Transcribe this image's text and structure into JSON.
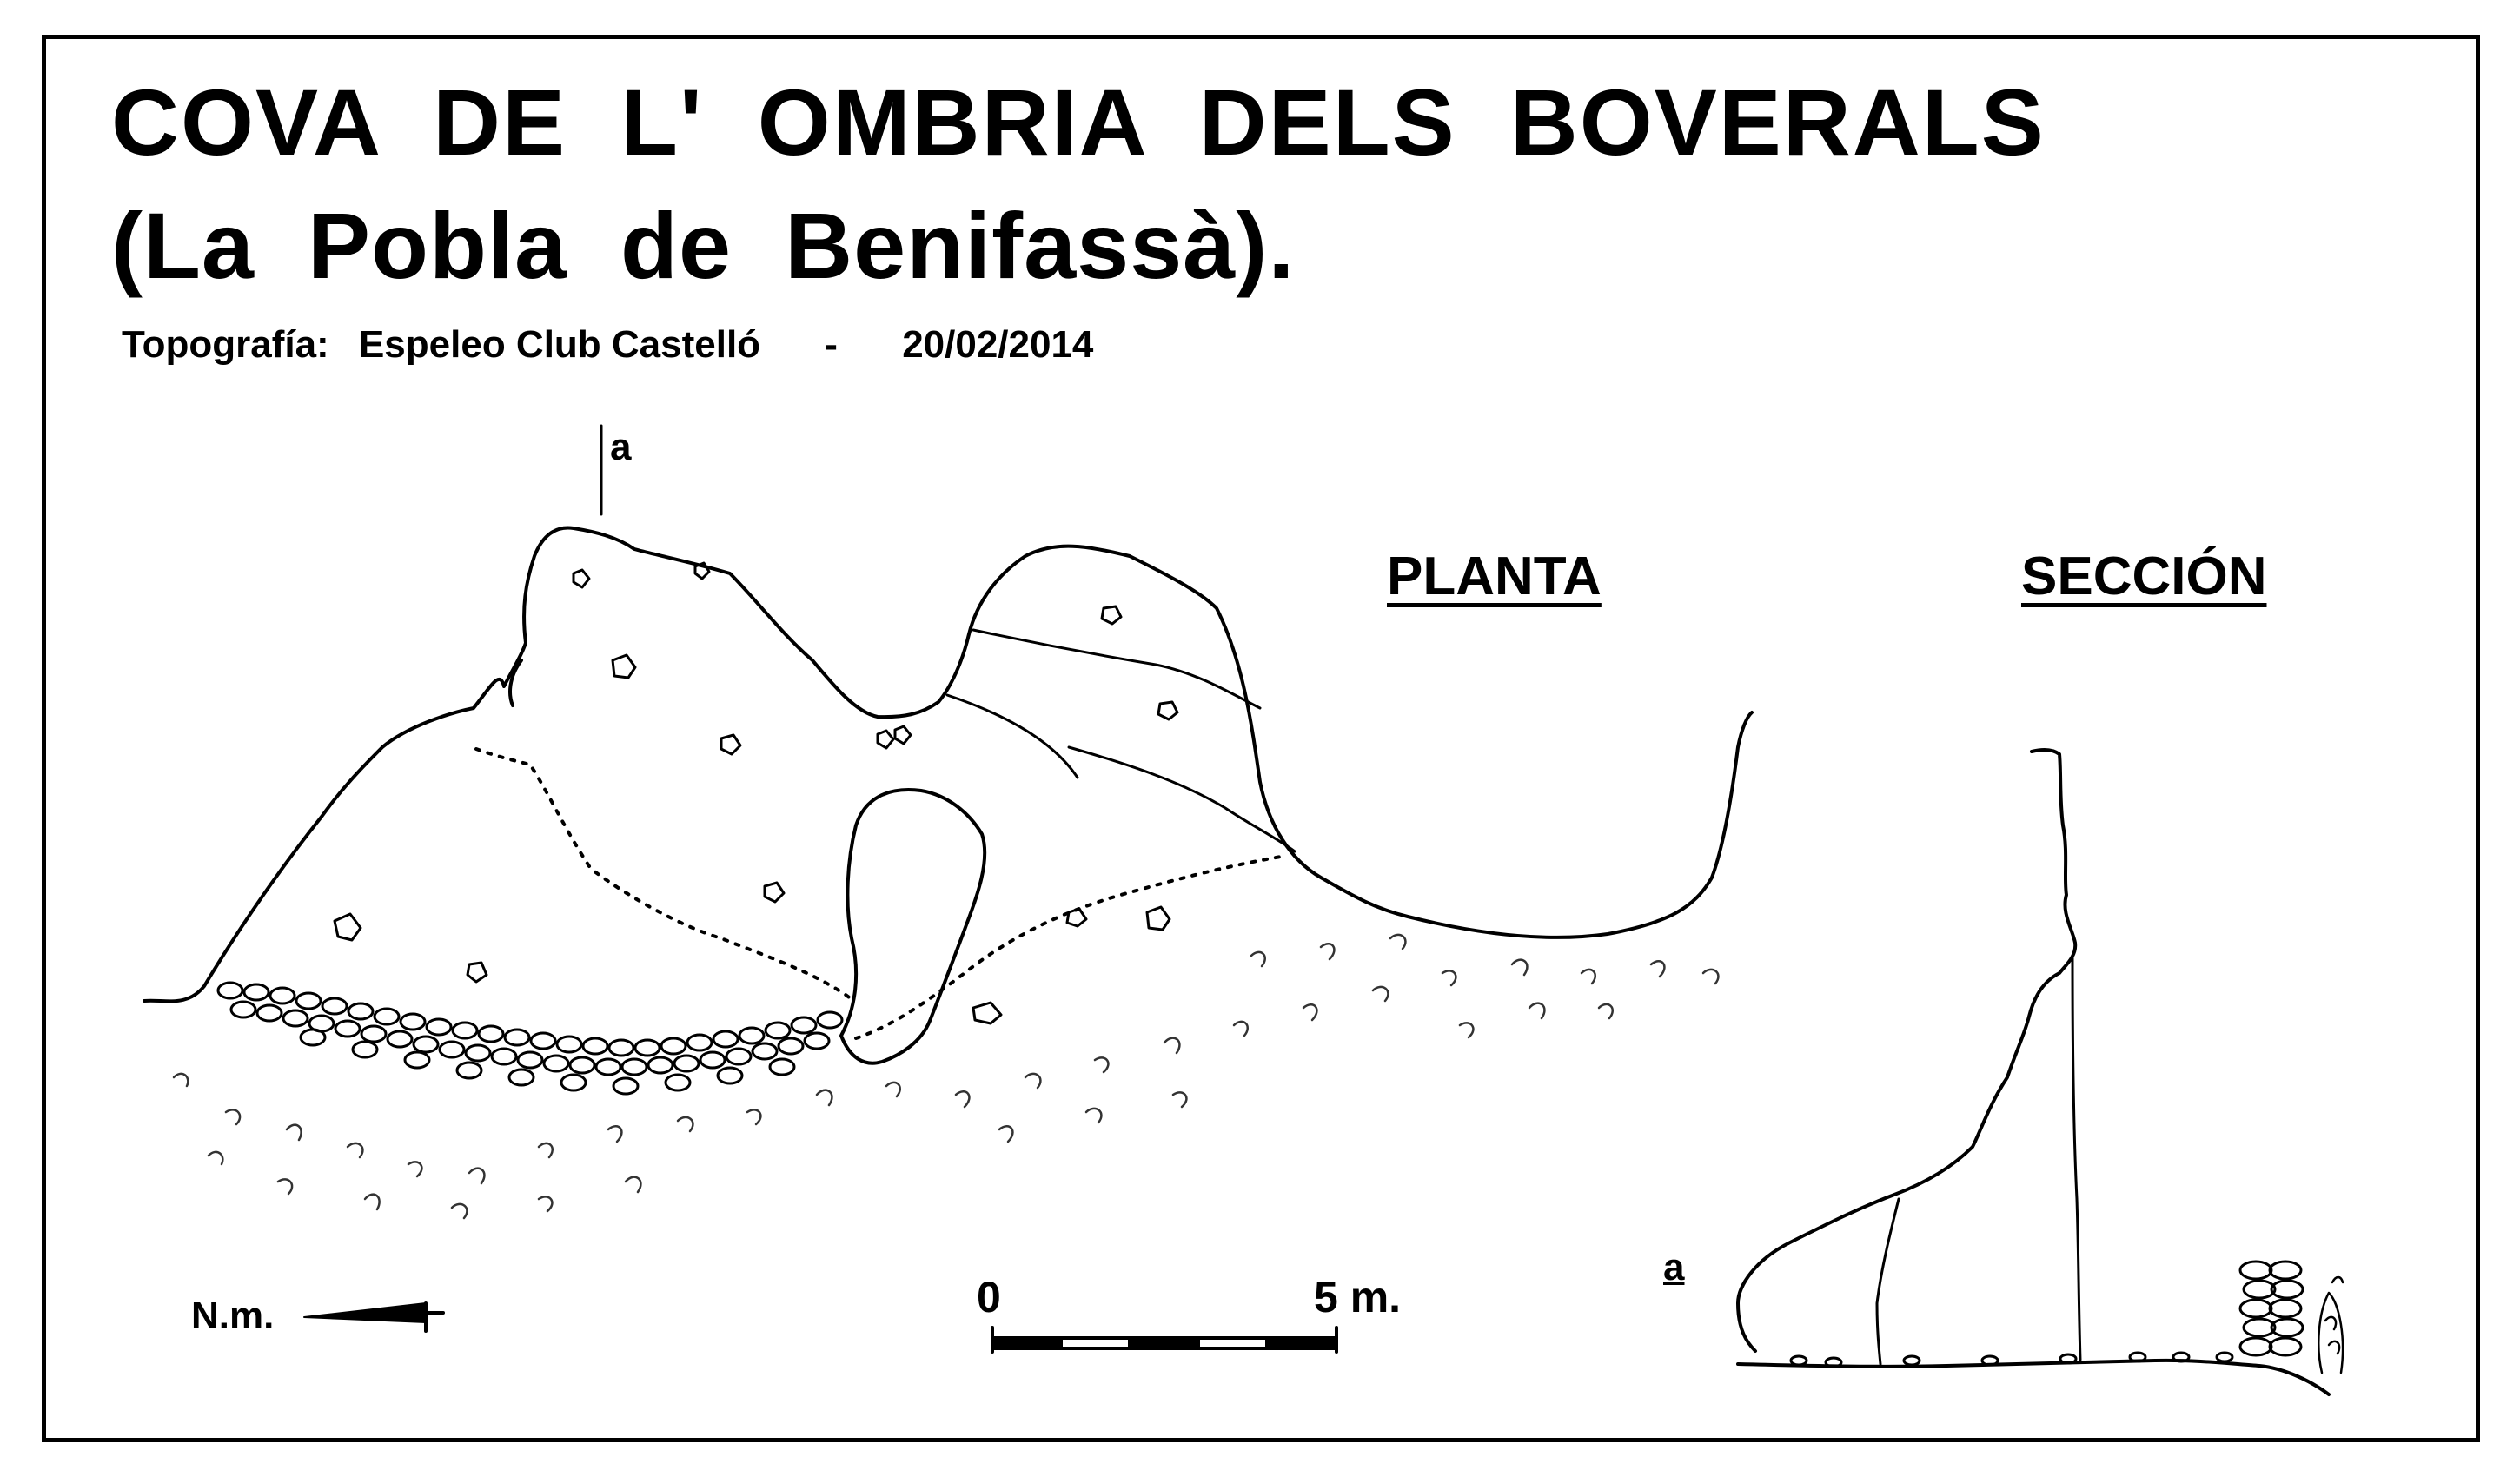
{
  "title": {
    "line1": "COVA DE L' OMBRIA DELS BOVERALS",
    "line2": "(La Pobla de Benifassà)."
  },
  "credits": {
    "label": "Topografía:",
    "author": "Espeleo Club Castelló",
    "separator": "-",
    "date": "20/02/2014"
  },
  "views": {
    "plan": "PLANTA",
    "section": "SECCIÓN"
  },
  "section_marker": {
    "plan_label": "a",
    "section_label": "a"
  },
  "north": {
    "label": "N.m."
  },
  "scale": {
    "start": "0",
    "end": "5 m."
  },
  "colors": {
    "ink": "#000000",
    "paper": "#ffffff"
  }
}
